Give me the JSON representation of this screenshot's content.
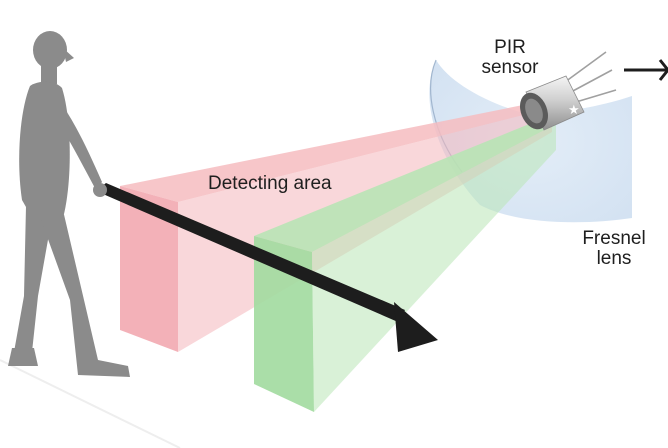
{
  "labels": {
    "pir_line1": "PIR",
    "pir_line2": "sensor",
    "detecting_area": "Detecting area",
    "fresnel_line1": "Fresnel",
    "fresnel_line2": "lens"
  },
  "colors": {
    "detect_zone_a": "#f4b3b8",
    "detect_zone_b": "#a9dfa8",
    "lens": "#cfe0f1",
    "person": "#8b8b8b",
    "path_arrow": "#1d1d1d",
    "sensor_body": "#c8c8c8",
    "text": "#1f1f1f"
  },
  "icons": {
    "person": "walking-person-silhouette",
    "sensor": "pir-sensor-icon",
    "output": "arrow-right-icon"
  }
}
